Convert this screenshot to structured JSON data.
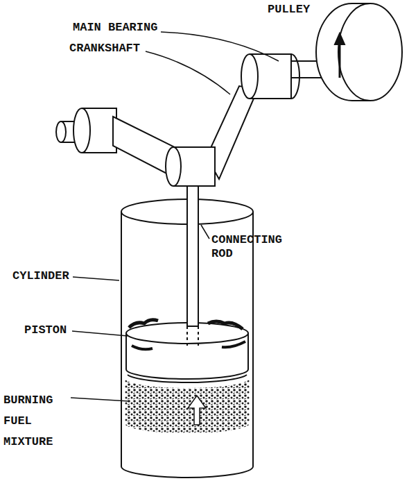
{
  "diagram": {
    "labels": [
      "PULLEY",
      "MAIN BEARING",
      "CRANKSHAFT",
      "CONNECTING ROD",
      "CYLINDER",
      "PISTON",
      "BURNING FUEL MIXTURE"
    ]
  }
}
